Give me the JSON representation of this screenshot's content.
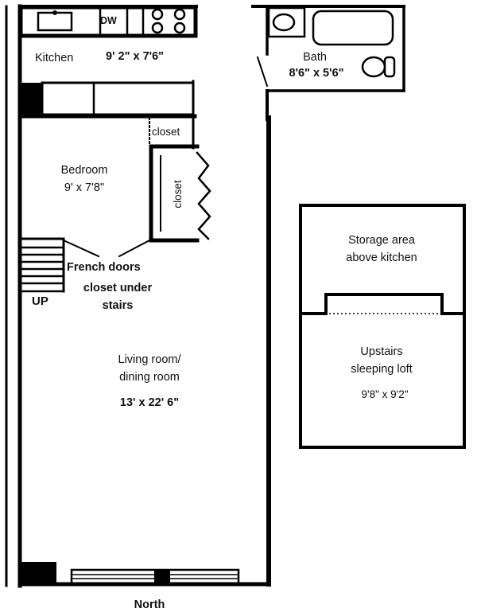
{
  "plan": {
    "kitchen": {
      "name": "Kitchen",
      "dims": "9' 2\" x 7'6\"",
      "appliance": "DW"
    },
    "bath": {
      "name": "Bath",
      "dims": "8'6\" x 5'6\""
    },
    "bedroom": {
      "name": "Bedroom",
      "dims": "9' x 7'8\""
    },
    "closet_top": "closet",
    "closet_side": "closet",
    "french_doors": "French doors",
    "closet_under_stairs": [
      "closet under",
      "stairs"
    ],
    "stairs_label": "UP",
    "living": {
      "name": [
        "Living room/",
        "dining room"
      ],
      "dims": "13' x 22' 6\""
    },
    "storage": [
      "Storage area",
      "above kitchen"
    ],
    "loft": {
      "name": [
        "Upstairs",
        "sleeping loft"
      ],
      "dims": "9'8\" x 9'2\""
    },
    "compass": "North"
  }
}
